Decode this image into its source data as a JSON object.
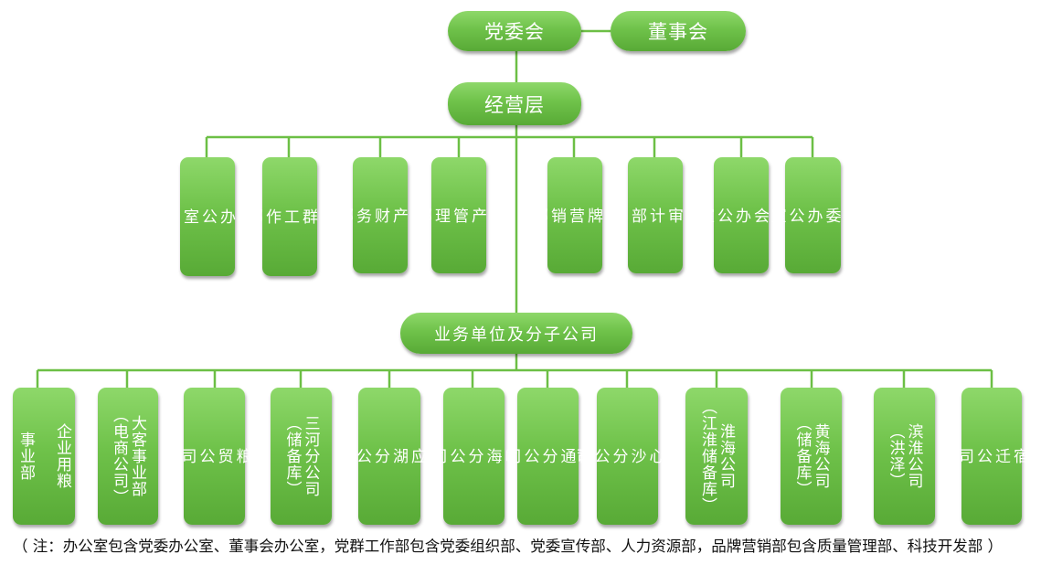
{
  "top": {
    "party": "党委会",
    "board": "董事会"
  },
  "management": "经营层",
  "departments": [
    {
      "label": "办\n公\n室"
    },
    {
      "label": "党\n群\n工\n作\n部"
    },
    {
      "label": "资\n产\n财\n务\n部"
    },
    {
      "label": "生\n产\n管\n理\n部"
    },
    {
      "label": "品\n牌\n营\n销\n部"
    },
    {
      "label": "审\n计\n部"
    },
    {
      "label": "工\n会\n办\n公\n室"
    },
    {
      "label": "纪\n委\n办\n公\n室"
    }
  ],
  "business": "业务单位及分子公司",
  "units": [
    {
      "label": "企业用粮\n\n事业部"
    },
    {
      "label": "大客事业部\n（电商公司）"
    },
    {
      "label": "粮\n贸\n公\n司"
    },
    {
      "label": "三河分公司\n（储备库）"
    },
    {
      "label": "宝\n应\n湖\n分\n公\n司"
    },
    {
      "label": "临\n海\n分\n公\n司"
    },
    {
      "label": "南\n通\n分\n公\n司"
    },
    {
      "label": "江\n心\n沙\n分\n公\n司"
    },
    {
      "label": "淮海公司\n（江淮储备库）"
    },
    {
      "label": "黄海公司\n（储备库）"
    },
    {
      "label": "滨淮公司\n（洪泽）"
    },
    {
      "label": "宿\n迁\n公\n司"
    }
  ],
  "note": "（ 注：办公室包含党委办公室、董事会办公室，党群工作部包含党委组织部、党委宣传部、人力资源部，品牌营销部包含质量管理部、科技开发部 ）",
  "colors": {
    "line": "#6cbf45",
    "box": "#6fc24a"
  }
}
